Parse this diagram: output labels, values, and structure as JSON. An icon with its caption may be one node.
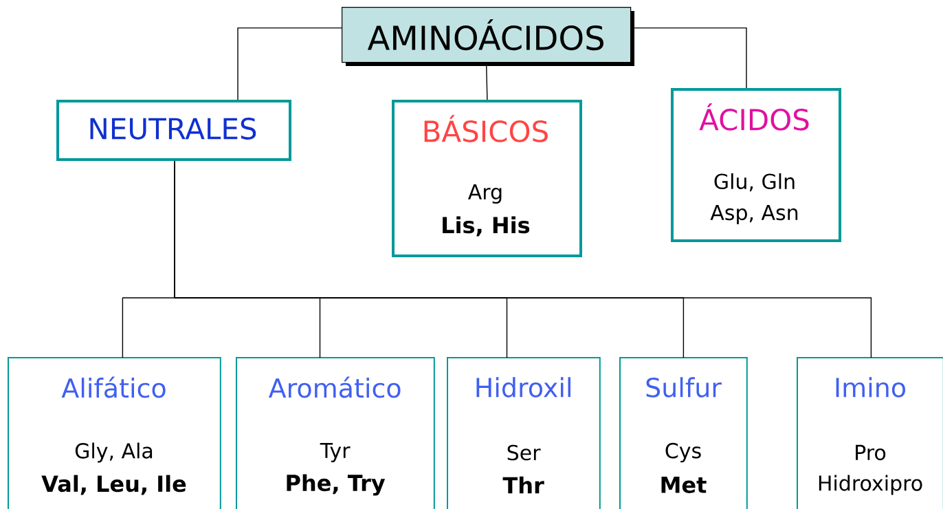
{
  "diagram": {
    "nodes": [
      {
        "text": [
          "AMINOÁCIDOS"
        ]
      },
      {
        "text": [
          "NEUTRALES"
        ]
      },
      {
        "text": [
          "BÁSICOS",
          "Arg",
          "Lis, His"
        ]
      },
      {
        "text": [
          "ÁCIDOS",
          "Glu, Gln",
          "Asp, Asn"
        ]
      },
      {
        "text": [
          "Alifático",
          "Gly, Ala",
          "Val, Leu, Ile"
        ]
      },
      {
        "text": [
          "Aromático",
          "Tyr",
          "Phe, Try"
        ]
      },
      {
        "text": [
          "Hidroxil",
          "Ser",
          "Thr"
        ]
      },
      {
        "text": [
          "Sulfur",
          "Cys",
          "Met"
        ]
      },
      {
        "text": [
          "Imino",
          "Pro",
          "Hidroxipro"
        ]
      }
    ],
    "edges": [
      {
        "from": 0,
        "to": 1,
        "arrow": "none"
      },
      {
        "from": 0,
        "to": 2,
        "arrow": "none"
      },
      {
        "from": 0,
        "to": 3,
        "arrow": "none"
      },
      {
        "from": 1,
        "to": 4,
        "arrow": "none"
      },
      {
        "from": 1,
        "to": 5,
        "arrow": "none"
      },
      {
        "from": 1,
        "to": 6,
        "arrow": "none"
      },
      {
        "from": 1,
        "to": 7,
        "arrow": "none"
      },
      {
        "from": 1,
        "to": 8,
        "arrow": "none"
      }
    ]
  }
}
